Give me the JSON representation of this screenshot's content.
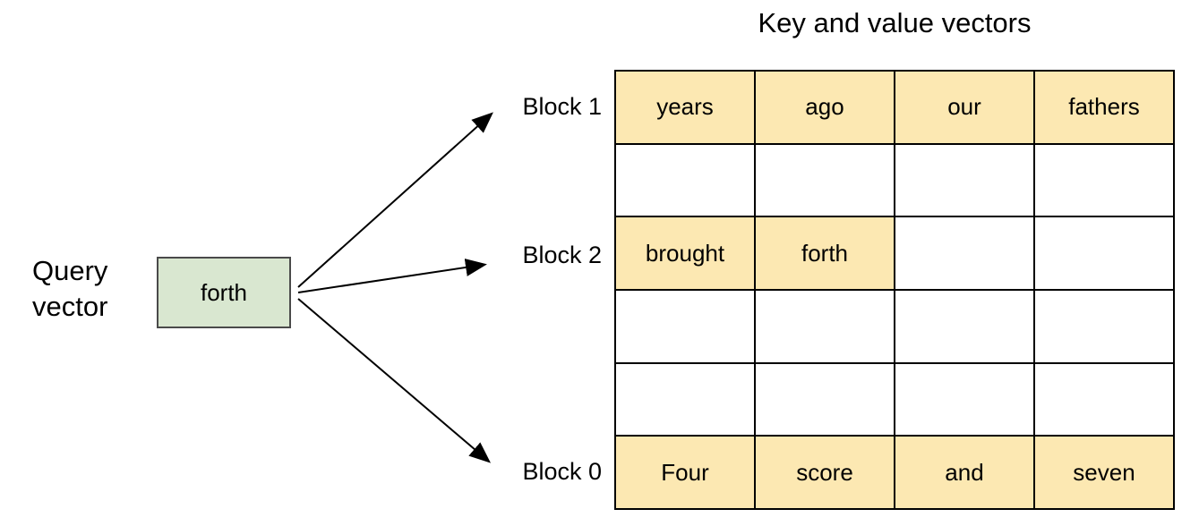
{
  "title": "Key and value vectors",
  "query_vector": {
    "label_line1": "Query",
    "label_line2": "vector",
    "box_text": "forth"
  },
  "grid": {
    "rows": [
      {
        "block": "Block 1",
        "cells": [
          {
            "text": "years",
            "highlight": true
          },
          {
            "text": "ago",
            "highlight": true
          },
          {
            "text": "our",
            "highlight": true
          },
          {
            "text": "fathers",
            "highlight": true
          }
        ]
      },
      {
        "block": "",
        "cells": [
          {
            "text": "",
            "highlight": false
          },
          {
            "text": "",
            "highlight": false
          },
          {
            "text": "",
            "highlight": false
          },
          {
            "text": "",
            "highlight": false
          }
        ]
      },
      {
        "block": "Block 2",
        "cells": [
          {
            "text": "brought",
            "highlight": true
          },
          {
            "text": "forth",
            "highlight": true
          },
          {
            "text": "",
            "highlight": false
          },
          {
            "text": "",
            "highlight": false
          }
        ]
      },
      {
        "block": "",
        "cells": [
          {
            "text": "",
            "highlight": false
          },
          {
            "text": "",
            "highlight": false
          },
          {
            "text": "",
            "highlight": false
          },
          {
            "text": "",
            "highlight": false
          }
        ]
      },
      {
        "block": "",
        "cells": [
          {
            "text": "",
            "highlight": false
          },
          {
            "text": "",
            "highlight": false
          },
          {
            "text": "",
            "highlight": false
          },
          {
            "text": "",
            "highlight": false
          }
        ]
      },
      {
        "block": "Block 0",
        "cells": [
          {
            "text": "Four",
            "highlight": true
          },
          {
            "text": "score",
            "highlight": true
          },
          {
            "text": "and",
            "highlight": true
          },
          {
            "text": "seven",
            "highlight": true
          }
        ]
      }
    ]
  },
  "colors": {
    "cell_highlight": "#fce8b2",
    "query_box_fill": "#d9e7d0",
    "line": "#000000"
  }
}
